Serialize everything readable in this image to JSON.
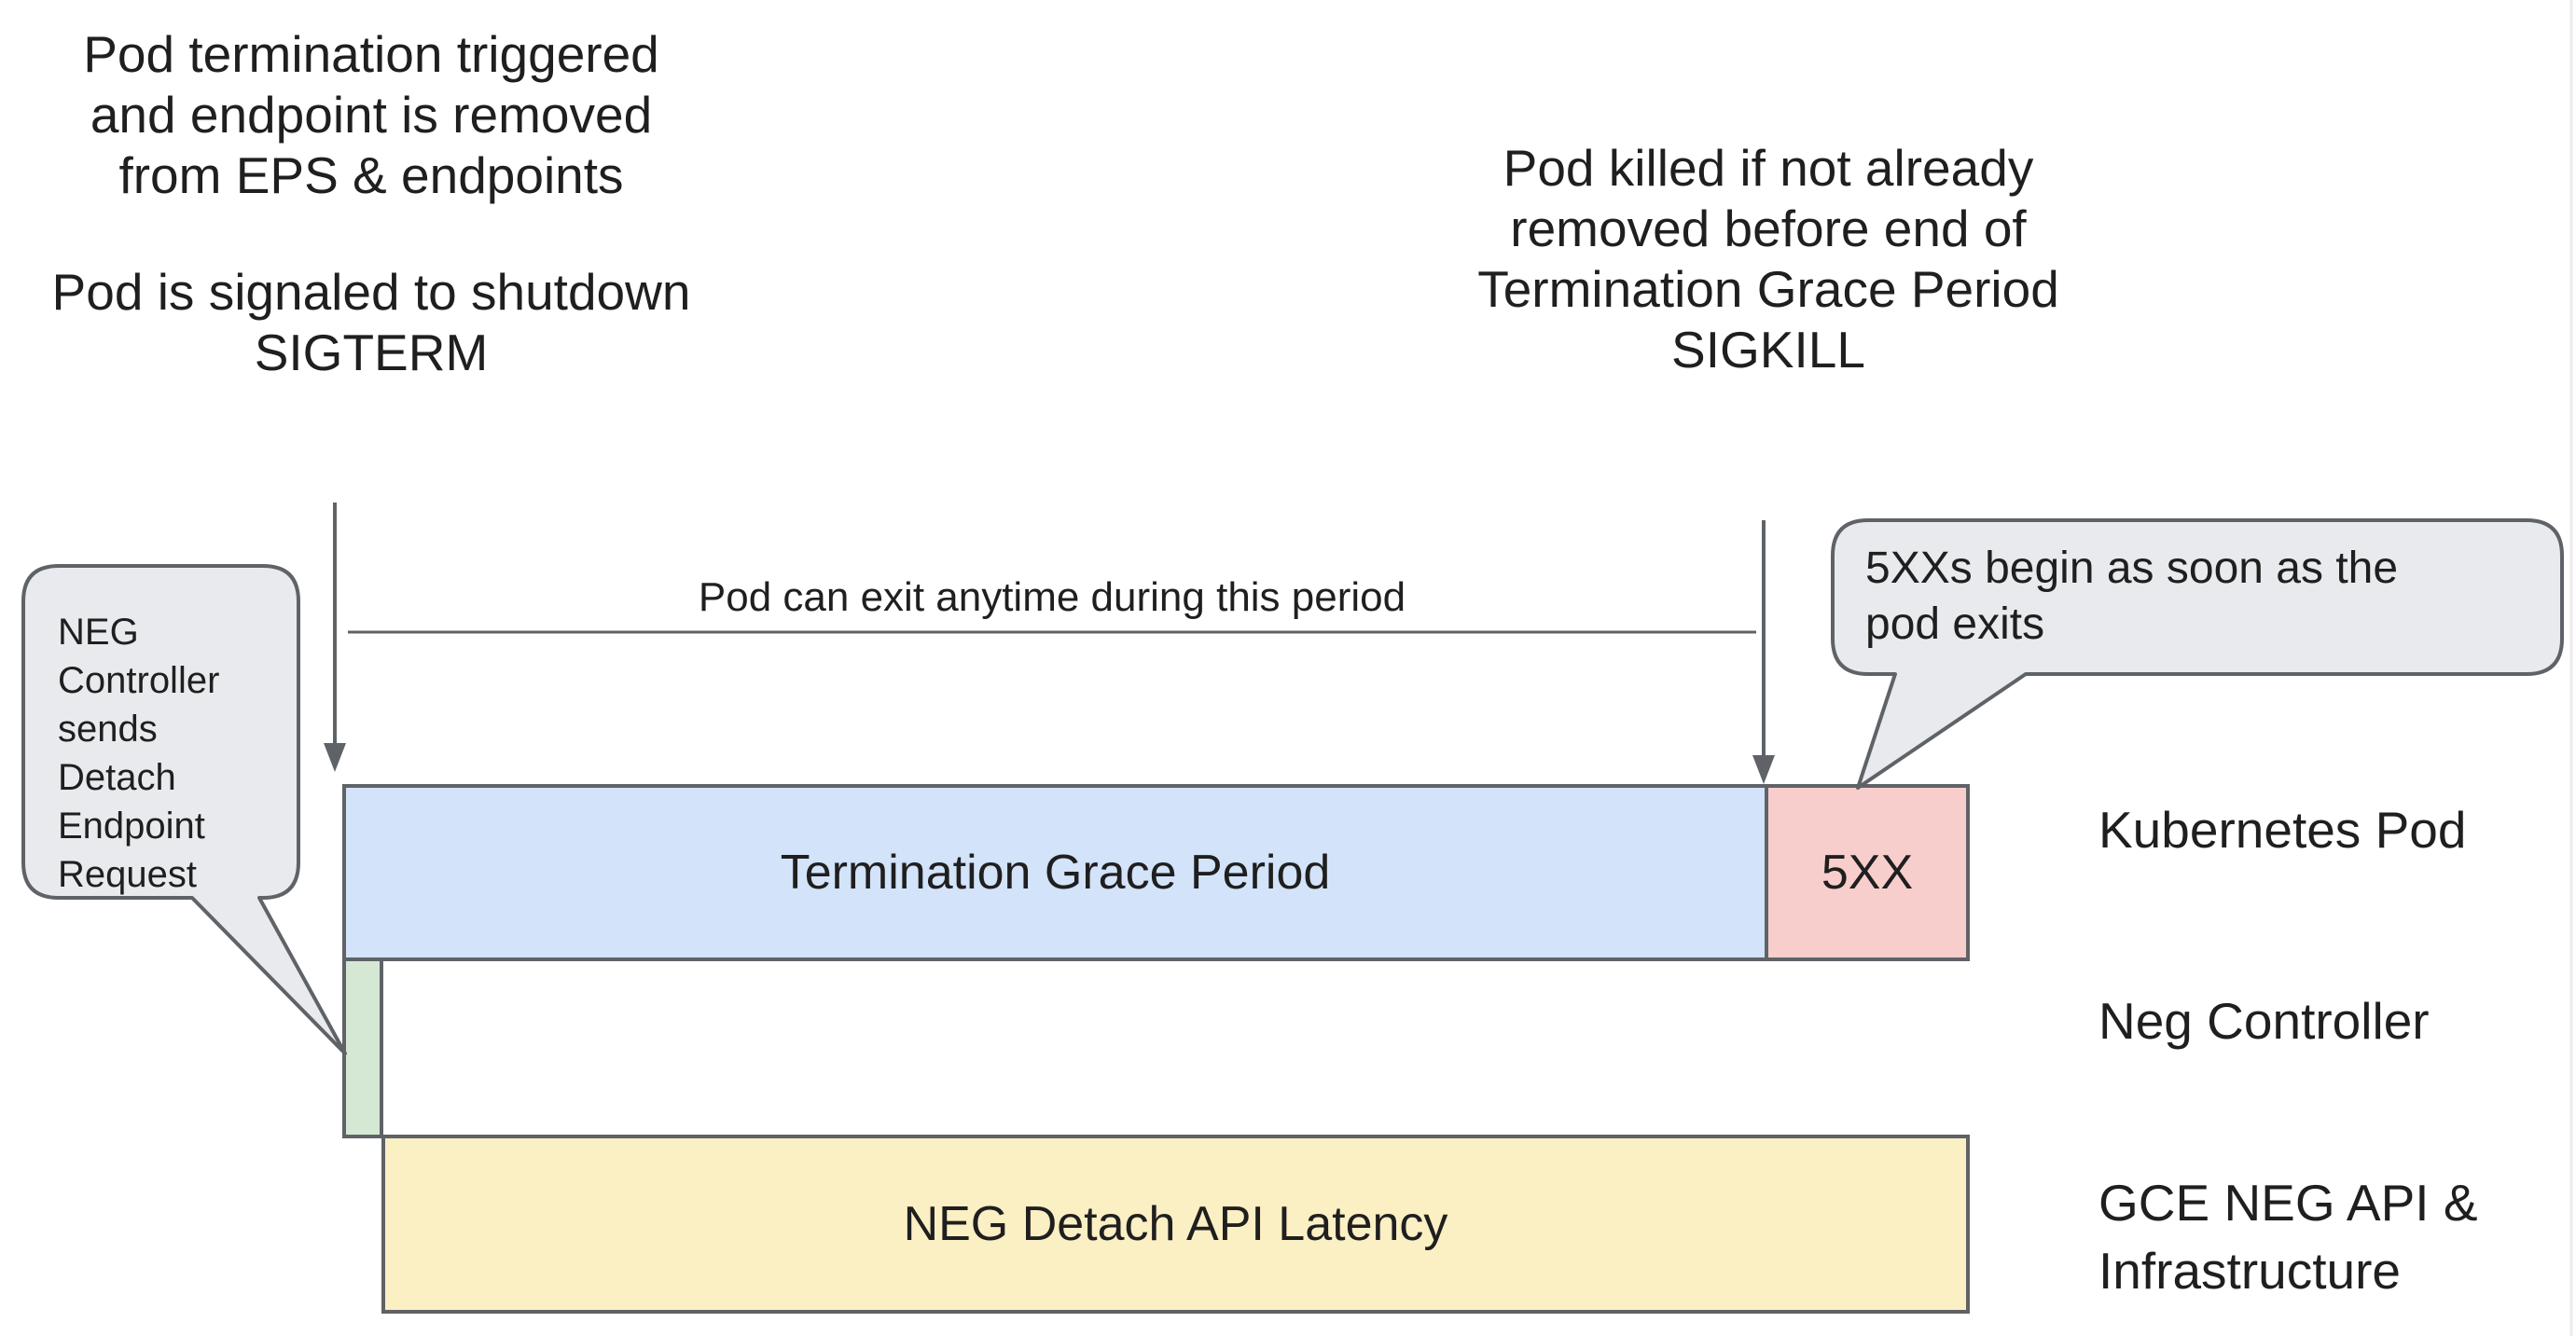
{
  "colors": {
    "grace_blue": "#d3e3f9",
    "error_pink": "#f8cecc",
    "detach_green": "#d5e8d4",
    "latency_yellow": "#fbefc4",
    "shape_border": "#5f6368",
    "bubble_fill": "#e8eaed",
    "text": "#1f1f1f",
    "canvas_edge": "#ececec"
  },
  "annotations": {
    "pod_termination": "Pod termination triggered\nand endpoint is removed\nfrom EPS & endpoints",
    "pod_signaled": "Pod is signaled to shutdown\nSIGTERM",
    "pod_killed": "Pod killed if not already\nremoved before end of\nTermination Grace Period\nSIGKILL",
    "pod_can_exit": "Pod can exit anytime during this period"
  },
  "callouts": {
    "neg_controller": "NEG\nController\nsends\nDetach\nEndpoint\nRequest",
    "five_xx_begin": "5XXs begin as soon as the\npod exits"
  },
  "bars": {
    "termination_grace_period": "Termination Grace Period",
    "five_xx": "5XX",
    "neg_detach_api_latency": "NEG Detach API Latency"
  },
  "row_labels": {
    "kubernetes_pod": "Kubernetes Pod",
    "neg_controller": "Neg Controller",
    "gce_neg_api": "GCE NEG API &\nInfrastructure"
  }
}
